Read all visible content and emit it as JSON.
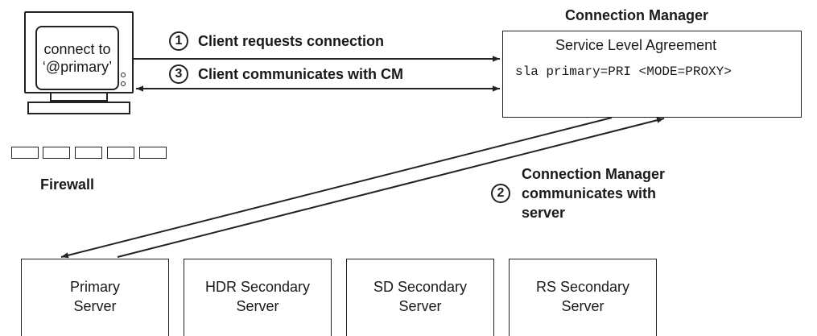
{
  "client": {
    "screen_line1": "connect to",
    "screen_line2": "‘@primary’"
  },
  "firewall": {
    "label": "Firewall"
  },
  "steps": [
    {
      "number": "1",
      "text": "Client requests connection"
    },
    {
      "number": "3",
      "text": "Client communicates with CM"
    },
    {
      "number": "2",
      "lines": [
        "Connection Manager",
        "communicates with",
        "server"
      ]
    }
  ],
  "connection_manager": {
    "title": "Connection Manager",
    "sla_title": "Service Level Agreement",
    "sla_code": "sla primary=PRI <MODE=PROXY>"
  },
  "servers": [
    {
      "line1": "Primary",
      "line2": "Server"
    },
    {
      "line1": "HDR Secondary",
      "line2": "Server"
    },
    {
      "line1": "SD Secondary",
      "line2": "Server"
    },
    {
      "line1": "RS Secondary",
      "line2": "Server"
    }
  ]
}
